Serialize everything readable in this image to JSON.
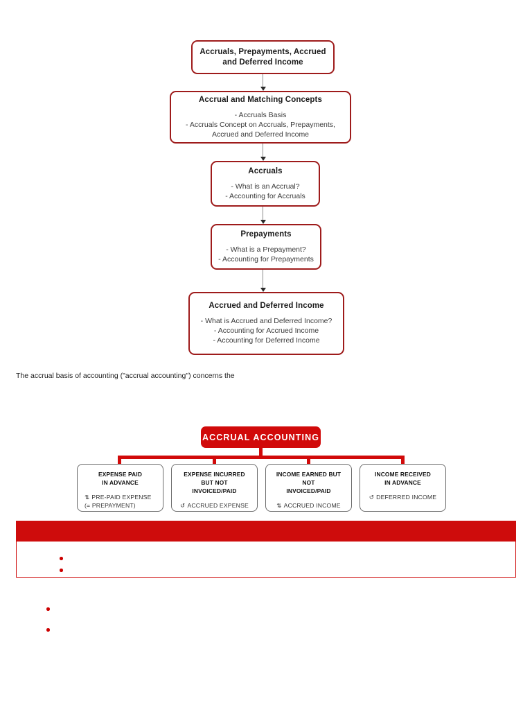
{
  "flowchart_top": {
    "title": "Accruals, Prepayments, Accrued and Deferred Income chapter outline",
    "nodes": [
      {
        "title": "Accruals, Prepayments, Accrued and Deferred Income",
        "title_lines": [
          "Accruals, Prepayments, Accrued",
          "and Deferred Income"
        ],
        "body_lines": []
      },
      {
        "title": "Accrual and Matching Concepts",
        "title_lines": [
          "Accrual and Matching Concepts"
        ],
        "body_lines": [
          "- Accruals Basis",
          "- Accruals Concept on Accruals, Prepayments,",
          "Accrued and Deferred Income"
        ]
      },
      {
        "title": "Accruals",
        "title_lines": [
          "Accruals"
        ],
        "body_lines": [
          "- What is an Accrual?",
          "- Accounting for Accruals"
        ]
      },
      {
        "title": "Prepayments",
        "title_lines": [
          "Prepayments"
        ],
        "body_lines": [
          "- What is a Prepayment?",
          "- Accounting for Prepayments"
        ]
      },
      {
        "title": "Accrued and Deferred Income",
        "title_lines": [
          "Accrued and Deferred Income"
        ],
        "body_lines": [
          "- What is Accrued and Deferred Income?",
          "- Accounting for Accrued Income",
          "- Accounting for Deferred Income"
        ]
      }
    ]
  },
  "paragraph": {
    "text": "The accrual basis of accounting (\"accrual accounting\") concerns the"
  },
  "flowchart_accrual": {
    "header": "ACCRUAL ACCOUNTING",
    "leaves": [
      {
        "title_lines": [
          "EXPENSE PAID",
          "IN ADVANCE"
        ],
        "result_glyph": "⇅",
        "result_lines": [
          "PRE-PAID EXPENSE",
          "(= PREPAYMENT)"
        ]
      },
      {
        "title_lines": [
          "EXPENSE INCURRED",
          "BUT NOT",
          "INVOICED/PAID"
        ],
        "result_glyph": "↺",
        "result_lines": [
          "ACCRUED EXPENSE"
        ]
      },
      {
        "title_lines": [
          "INCOME EARNED BUT",
          "NOT",
          "INVOICED/PAID"
        ],
        "result_glyph": "⇅",
        "result_lines": [
          "ACCRUED INCOME"
        ]
      },
      {
        "title_lines": [
          "INCOME RECEIVED",
          "IN ADVANCE"
        ],
        "result_glyph": "↺",
        "result_lines": [
          "DEFERRED INCOME"
        ]
      }
    ]
  },
  "banner": {
    "label": ""
  },
  "callout_box": {
    "bullets": [
      "",
      ""
    ]
  },
  "page_bullets": [
    "",
    ""
  ],
  "colors": {
    "flow_box_border": "#9e1b1b",
    "accrual_red": "#d10a0a",
    "banner_red": "#ce0c0c",
    "bullet_red": "#cc0000",
    "leaf_border": "#6b6b6b",
    "connector_gray": "#8a8a8a"
  }
}
